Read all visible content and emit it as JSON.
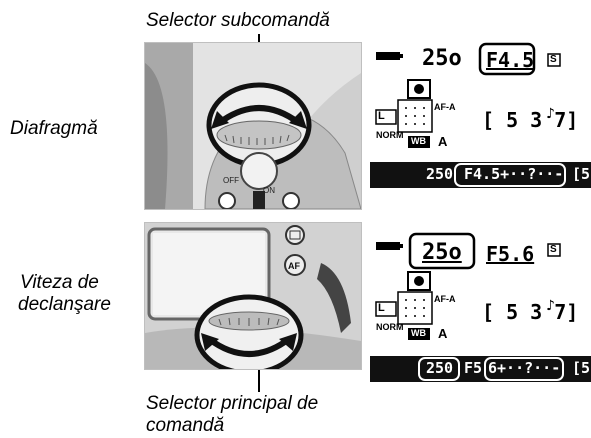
{
  "labels": {
    "sub_selector": "Selector subcomandă",
    "aperture": "Diafragmă",
    "shutter_line1": "Viteza de",
    "shutter_line2": "declanşare",
    "main_selector_line1": "Selector principal de",
    "main_selector_line2": "comandă"
  },
  "lcd_top": {
    "shutter": "25o",
    "aperture": "F4.5",
    "mode": "S",
    "af_area": "AF-A",
    "frames": "[ 5 3 7]",
    "quality": "L",
    "compression": "NORM",
    "wb": "WB",
    "wb_value": "A"
  },
  "lcd_bottom": {
    "shutter": "25o",
    "aperture": "F5.6",
    "mode": "S",
    "af_area": "AF-A",
    "frames": "[ 5 3 7]",
    "quality": "L",
    "compression": "NORM",
    "wb": "WB",
    "wb_value": "A"
  },
  "strip_top": {
    "shutter": "250",
    "aperture_exp": "F4.5+··?··-",
    "tail": "[5"
  },
  "strip_bottom": {
    "shutter": "250",
    "aperture": "F5",
    "exp": "6+··?··-",
    "tail": "[5"
  },
  "icons": [
    "curved-double-arrow-icon",
    "battery-icon",
    "metering-icon",
    "flash-icon"
  ]
}
